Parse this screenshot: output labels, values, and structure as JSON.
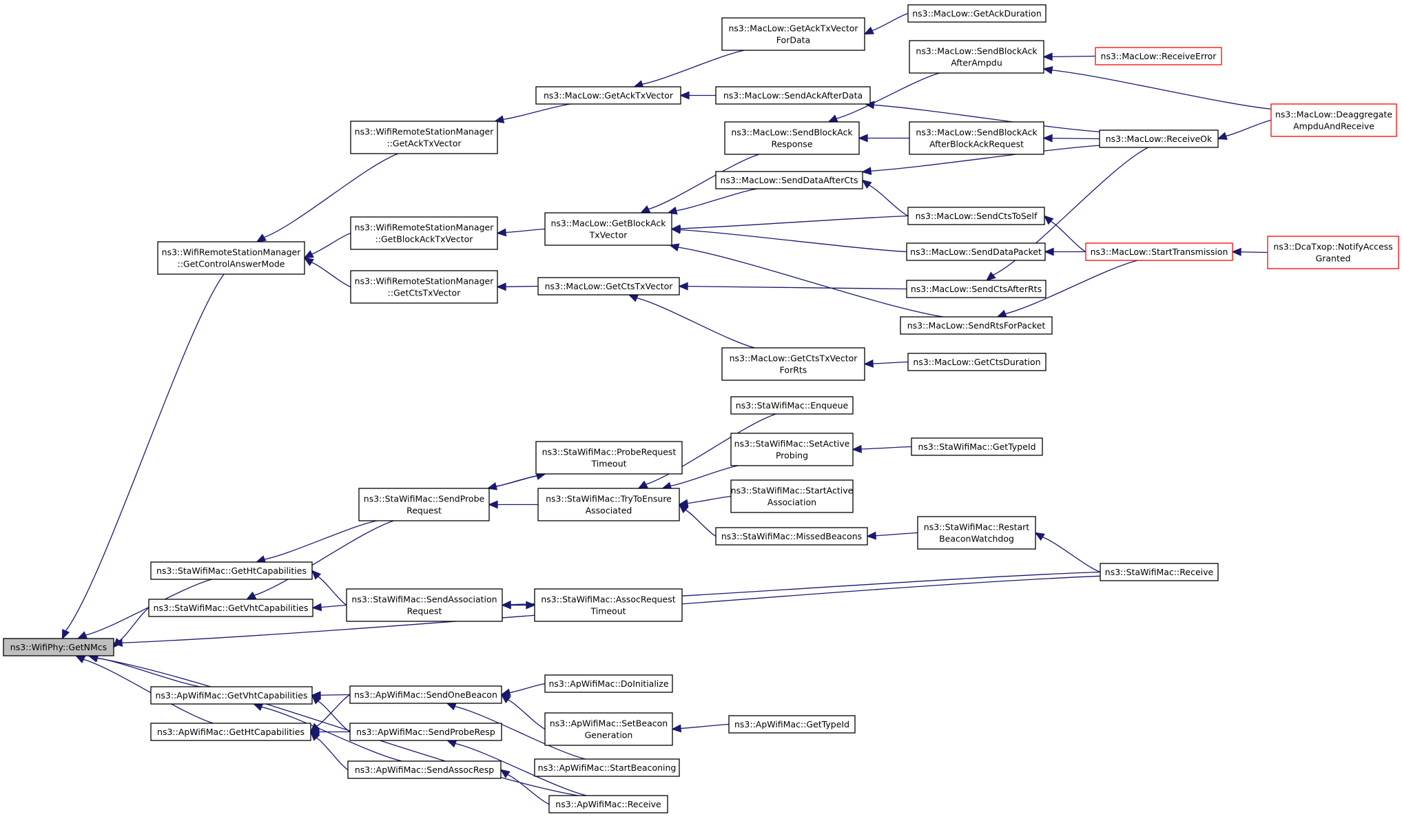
{
  "graph": {
    "edge_color": "#191970",
    "root_fill": "#bfbfbf",
    "truncated_border_color": "#ff0000",
    "nodes": [
      {
        "id": "root",
        "lines": [
          "ns3::WifiPhy::GetNMcs"
        ],
        "style": "root"
      },
      {
        "id": "wrsm_gcam",
        "lines": [
          "ns3::WifiRemoteStationManager",
          "::GetControlAnswerMode"
        ]
      },
      {
        "id": "wrsm_gatv",
        "lines": [
          "ns3::WifiRemoteStationManager",
          "::GetAckTxVector"
        ]
      },
      {
        "id": "wrsm_gbatv",
        "lines": [
          "ns3::WifiRemoteStationManager",
          "::GetBlockAckTxVector"
        ]
      },
      {
        "id": "wrsm_gctv",
        "lines": [
          "ns3::WifiRemoteStationManager",
          "::GetCtsTxVector"
        ]
      },
      {
        "id": "ml_gatv",
        "lines": [
          "ns3::MacLow::GetAckTxVector"
        ]
      },
      {
        "id": "ml_gbatv",
        "lines": [
          "ns3::MacLow::GetBlockAck",
          "TxVector"
        ]
      },
      {
        "id": "ml_gctv",
        "lines": [
          "ns3::MacLow::GetCtsTxVector"
        ]
      },
      {
        "id": "ml_gatvfd",
        "lines": [
          "ns3::MacLow::GetAckTxVector",
          "ForData"
        ]
      },
      {
        "id": "ml_gad",
        "lines": [
          "ns3::MacLow::GetAckDuration"
        ]
      },
      {
        "id": "ml_saad",
        "lines": [
          "ns3::MacLow::SendAckAfterData"
        ]
      },
      {
        "id": "ml_sbaaa",
        "lines": [
          "ns3::MacLow::SendBlockAck",
          "AfterAmpdu"
        ]
      },
      {
        "id": "ml_re",
        "lines": [
          "ns3::MacLow::ReceiveError"
        ],
        "style": "red"
      },
      {
        "id": "ml_dar",
        "lines": [
          "ns3::MacLow::Deaggregate",
          "AmpduAndReceive"
        ],
        "style": "red"
      },
      {
        "id": "ml_sbar",
        "lines": [
          "ns3::MacLow::SendBlockAck",
          "Response"
        ]
      },
      {
        "id": "ml_sbaabar",
        "lines": [
          "ns3::MacLow::SendBlockAck",
          "AfterBlockAckRequest"
        ]
      },
      {
        "id": "ml_rok",
        "lines": [
          "ns3::MacLow::ReceiveOk"
        ]
      },
      {
        "id": "ml_sdac",
        "lines": [
          "ns3::MacLow::SendDataAfterCts"
        ]
      },
      {
        "id": "ml_scts",
        "lines": [
          "ns3::MacLow::SendCtsToSelf"
        ]
      },
      {
        "id": "ml_sdp",
        "lines": [
          "ns3::MacLow::SendDataPacket"
        ]
      },
      {
        "id": "ml_st",
        "lines": [
          "ns3::MacLow::StartTransmission"
        ],
        "style": "red"
      },
      {
        "id": "dca_nag",
        "lines": [
          "ns3::DcaTxop::NotifyAccess",
          "Granted"
        ],
        "style": "red"
      },
      {
        "id": "ml_scar",
        "lines": [
          "ns3::MacLow::SendCtsAfterRts"
        ]
      },
      {
        "id": "ml_srfp",
        "lines": [
          "ns3::MacLow::SendRtsForPacket"
        ]
      },
      {
        "id": "ml_gctvfr",
        "lines": [
          "ns3::MacLow::GetCtsTxVector",
          "ForRts"
        ]
      },
      {
        "id": "ml_gcd",
        "lines": [
          "ns3::MacLow::GetCtsDuration"
        ]
      },
      {
        "id": "sta_enq",
        "lines": [
          "ns3::StaWifiMac::Enqueue"
        ]
      },
      {
        "id": "sta_sap",
        "lines": [
          "ns3::StaWifiMac::SetActive",
          "Probing"
        ]
      },
      {
        "id": "sta_gti",
        "lines": [
          "ns3::StaWifiMac::GetTypeId"
        ]
      },
      {
        "id": "sta_sta",
        "lines": [
          "ns3::StaWifiMac::StartActive",
          "Association"
        ]
      },
      {
        "id": "sta_prt",
        "lines": [
          "ns3::StaWifiMac::ProbeRequest",
          "Timeout"
        ]
      },
      {
        "id": "sta_spr",
        "lines": [
          "ns3::StaWifiMac::SendProbe",
          "Request"
        ]
      },
      {
        "id": "sta_ttea",
        "lines": [
          "ns3::StaWifiMac::TryToEnsure",
          "Associated"
        ]
      },
      {
        "id": "sta_mb",
        "lines": [
          "ns3::StaWifiMac::MissedBeacons"
        ]
      },
      {
        "id": "sta_rbw",
        "lines": [
          "ns3::StaWifiMac::Restart",
          "BeaconWatchdog"
        ]
      },
      {
        "id": "sta_ghtc",
        "lines": [
          "ns3::StaWifiMac::GetHtCapabilities"
        ]
      },
      {
        "id": "sta_gvhtc",
        "lines": [
          "ns3::StaWifiMac::GetVhtCapabilities"
        ]
      },
      {
        "id": "sta_sar",
        "lines": [
          "ns3::StaWifiMac::SendAssociation",
          "Request"
        ]
      },
      {
        "id": "sta_art",
        "lines": [
          "ns3::StaWifiMac::AssocRequest",
          "Timeout"
        ]
      },
      {
        "id": "sta_rx",
        "lines": [
          "ns3::StaWifiMac::Receive"
        ]
      },
      {
        "id": "ap_gvhtc",
        "lines": [
          "ns3::ApWifiMac::GetVhtCapabilities"
        ]
      },
      {
        "id": "ap_ghtc",
        "lines": [
          "ns3::ApWifiMac::GetHtCapabilities"
        ]
      },
      {
        "id": "ap_sob",
        "lines": [
          "ns3::ApWifiMac::SendOneBeacon"
        ]
      },
      {
        "id": "ap_spr",
        "lines": [
          "ns3::ApWifiMac::SendProbeResp"
        ]
      },
      {
        "id": "ap_sar",
        "lines": [
          "ns3::ApWifiMac::SendAssocResp"
        ]
      },
      {
        "id": "ap_di",
        "lines": [
          "ns3::ApWifiMac::DoInitialize"
        ]
      },
      {
        "id": "ap_sbg",
        "lines": [
          "ns3::ApWifiMac::SetBeacon",
          "Generation"
        ]
      },
      {
        "id": "ap_gti",
        "lines": [
          "ns3::ApWifiMac::GetTypeId"
        ]
      },
      {
        "id": "ap_sb",
        "lines": [
          "ns3::ApWifiMac::StartBeaconing"
        ]
      },
      {
        "id": "ap_rx",
        "lines": [
          "ns3::ApWifiMac::Receive"
        ]
      }
    ],
    "edges": [
      {
        "from": "wrsm_gcam",
        "to": "root"
      },
      {
        "from": "sta_ghtc",
        "to": "root"
      },
      {
        "from": "sta_gvhtc",
        "to": "root"
      },
      {
        "from": "sta_rx",
        "to": "root"
      },
      {
        "from": "ap_gvhtc",
        "to": "root"
      },
      {
        "from": "ap_ghtc",
        "to": "root"
      },
      {
        "from": "ap_rx",
        "to": "root"
      },
      {
        "from": "wrsm_gatv",
        "to": "wrsm_gcam"
      },
      {
        "from": "wrsm_gbatv",
        "to": "wrsm_gcam"
      },
      {
        "from": "wrsm_gctv",
        "to": "wrsm_gcam"
      },
      {
        "from": "ml_gatv",
        "to": "wrsm_gatv"
      },
      {
        "from": "ml_gbatv",
        "to": "wrsm_gbatv"
      },
      {
        "from": "ml_gctv",
        "to": "wrsm_gctv"
      },
      {
        "from": "ml_gatvfd",
        "to": "ml_gatv"
      },
      {
        "from": "ml_saad",
        "to": "ml_gatv"
      },
      {
        "from": "ml_gad",
        "to": "ml_gatvfd"
      },
      {
        "from": "ml_rok",
        "to": "ml_saad"
      },
      {
        "from": "ml_sbar",
        "to": "ml_gbatv"
      },
      {
        "from": "ml_sdac",
        "to": "ml_gbatv"
      },
      {
        "from": "ml_scts",
        "to": "ml_gbatv"
      },
      {
        "from": "ml_sdp",
        "to": "ml_gbatv"
      },
      {
        "from": "ml_srfp",
        "to": "ml_gbatv"
      },
      {
        "from": "ml_sbaaa",
        "to": "ml_sbar"
      },
      {
        "from": "ml_sbaabar",
        "to": "ml_sbar"
      },
      {
        "from": "ml_re",
        "to": "ml_sbaaa"
      },
      {
        "from": "ml_dar",
        "to": "ml_sbaaa"
      },
      {
        "from": "ml_rok",
        "to": "ml_sbaabar"
      },
      {
        "from": "ml_dar",
        "to": "ml_rok"
      },
      {
        "from": "ml_rok",
        "to": "ml_sdac"
      },
      {
        "from": "ml_scts",
        "to": "ml_sdac"
      },
      {
        "from": "ml_st",
        "to": "ml_scts"
      },
      {
        "from": "ml_st",
        "to": "ml_sdp"
      },
      {
        "from": "dca_nag",
        "to": "ml_st"
      },
      {
        "from": "ml_rok",
        "to": "ml_scar"
      },
      {
        "from": "ml_st",
        "to": "ml_srfp"
      },
      {
        "from": "ml_gctvfr",
        "to": "ml_gctv"
      },
      {
        "from": "ml_scar",
        "to": "ml_gctv"
      },
      {
        "from": "ml_gcd",
        "to": "ml_gctvfr"
      },
      {
        "from": "sta_spr",
        "to": "sta_ghtc"
      },
      {
        "from": "sta_spr",
        "to": "sta_gvhtc"
      },
      {
        "from": "sta_sar",
        "to": "sta_ghtc"
      },
      {
        "from": "sta_sar",
        "to": "sta_gvhtc"
      },
      {
        "from": "sta_prt",
        "to": "sta_spr"
      },
      {
        "from": "sta_ttea",
        "to": "sta_spr"
      },
      {
        "from": "sta_spr",
        "to": "sta_prt"
      },
      {
        "from": "sta_enq",
        "to": "sta_ttea"
      },
      {
        "from": "sta_sap",
        "to": "sta_ttea"
      },
      {
        "from": "sta_sta",
        "to": "sta_ttea"
      },
      {
        "from": "sta_mb",
        "to": "sta_ttea"
      },
      {
        "from": "sta_gti",
        "to": "sta_sap"
      },
      {
        "from": "sta_rbw",
        "to": "sta_mb"
      },
      {
        "from": "sta_rx",
        "to": "sta_rbw"
      },
      {
        "from": "sta_art",
        "to": "sta_sar"
      },
      {
        "from": "sta_rx",
        "to": "sta_sar"
      },
      {
        "from": "sta_sar",
        "to": "sta_art"
      },
      {
        "from": "ap_sob",
        "to": "ap_gvhtc"
      },
      {
        "from": "ap_sob",
        "to": "ap_ghtc"
      },
      {
        "from": "ap_spr",
        "to": "ap_gvhtc"
      },
      {
        "from": "ap_spr",
        "to": "ap_ghtc"
      },
      {
        "from": "ap_sar",
        "to": "ap_gvhtc"
      },
      {
        "from": "ap_sar",
        "to": "ap_ghtc"
      },
      {
        "from": "ap_di",
        "to": "ap_sob"
      },
      {
        "from": "ap_sbg",
        "to": "ap_sob"
      },
      {
        "from": "ap_sb",
        "to": "ap_sob"
      },
      {
        "from": "ap_gti",
        "to": "ap_sbg"
      },
      {
        "from": "ap_rx",
        "to": "ap_spr"
      },
      {
        "from": "ap_rx",
        "to": "ap_sar"
      }
    ]
  }
}
